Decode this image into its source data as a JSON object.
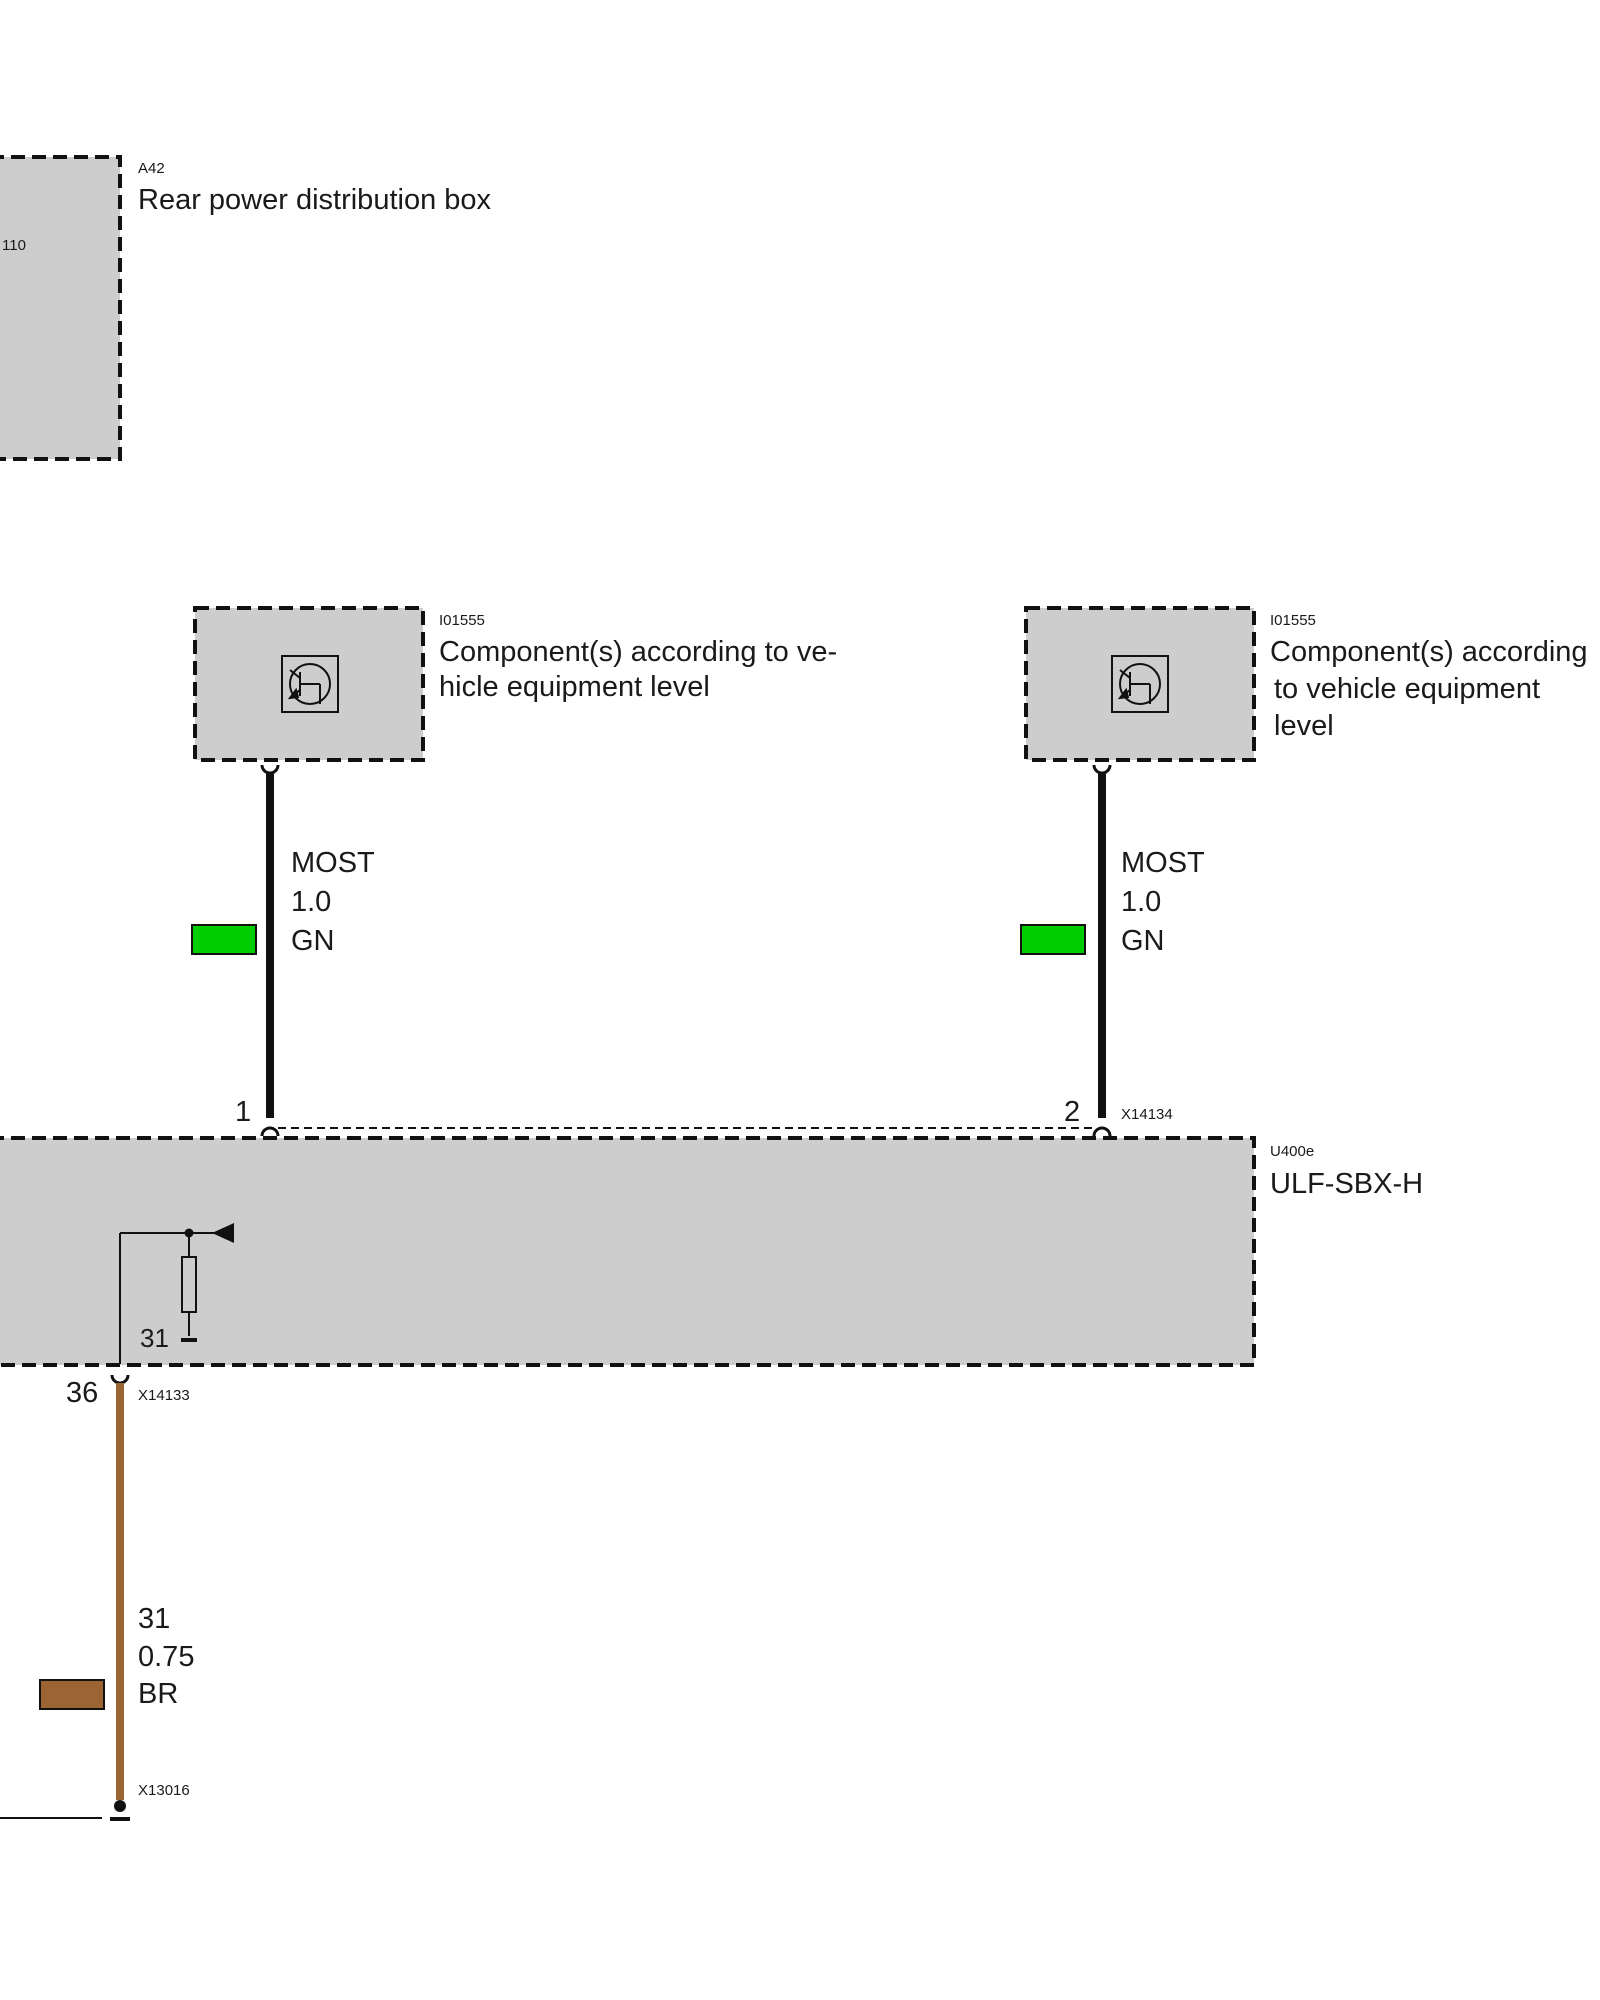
{
  "components": {
    "a42": {
      "code": "A42",
      "name": "Rear power distribution box",
      "left_ref": "110"
    },
    "i01555_left": {
      "code": "I01555",
      "name_line1": "Component(s) according to ve-",
      "name_line2": "hicle equipment level"
    },
    "i01555_right": {
      "code": "I01555",
      "name_line1": "Component(s) according",
      "name_line2": "to vehicle equipment",
      "name_line3": "level"
    },
    "u400e": {
      "code": "U400e",
      "name": "ULF-SBX-H",
      "ground_label": "31"
    }
  },
  "wires": {
    "most_left": {
      "signal": "MOST",
      "size": "1.0",
      "color_code": "GN",
      "color": "#00cc00"
    },
    "most_right": {
      "signal": "MOST",
      "size": "1.0",
      "color_code": "GN",
      "color": "#00cc00"
    },
    "ground": {
      "signal": "31",
      "size": "0.75",
      "color_code": "BR",
      "color": "#9b6433"
    }
  },
  "pins": {
    "pin1": "1",
    "pin2": "2",
    "pin36": "36"
  },
  "connectors": {
    "x14134": "X14134",
    "x14133": "X14133",
    "x13016": "X13016"
  },
  "colors": {
    "component_fill": "#cdcdcd",
    "line": "#111111"
  }
}
